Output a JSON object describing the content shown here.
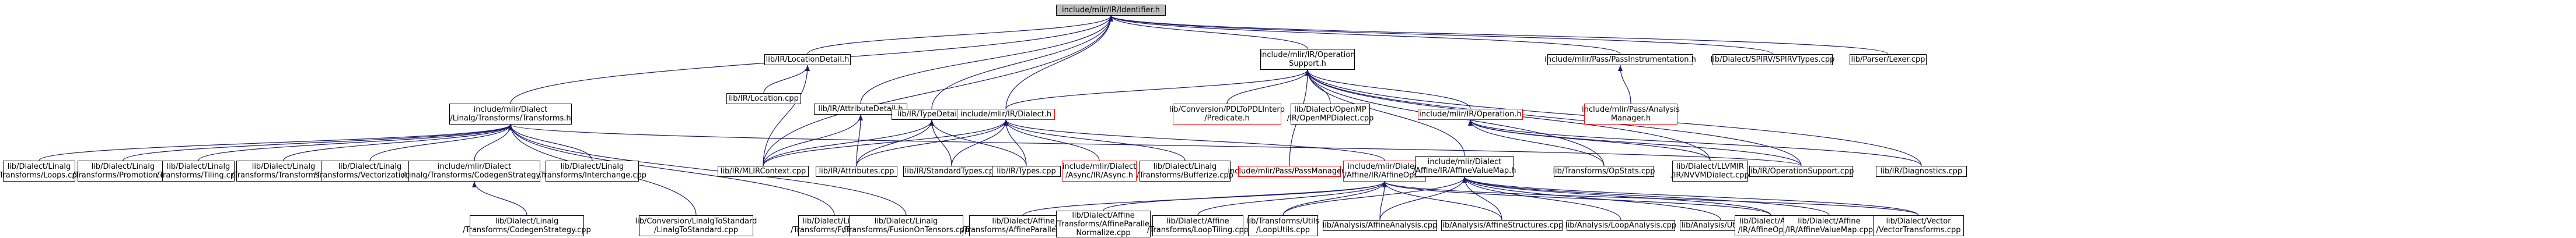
{
  "graph": {
    "nodes": [
      {
        "id": "root",
        "label": "include/mlir/IR/Identifier.h",
        "style": "root"
      },
      {
        "id": "opsupport",
        "label": "include/mlir/IR/Operation\nSupport.h",
        "style": "normal"
      },
      {
        "id": "passinstr",
        "label": "include/mlir/Pass/PassInstrumentation.h",
        "style": "normal"
      },
      {
        "id": "spirvtypes",
        "label": "lib/Dialect/SPIRV/SPIRVTypes.cpp",
        "style": "normal"
      },
      {
        "id": "lexer",
        "label": "lib/Parser/Lexer.cpp",
        "style": "normal"
      },
      {
        "id": "locdetail",
        "label": "lib/IR/LocationDetail.h",
        "style": "normal"
      },
      {
        "id": "location",
        "label": "lib/IR/Location.cpp",
        "style": "normal"
      },
      {
        "id": "linalgtrans",
        "label": "include/mlir/Dialect\n/Linalg/Transforms/Transforms.h",
        "style": "normal"
      },
      {
        "id": "attrdetail",
        "label": "lib/IR/AttributeDetail.h",
        "style": "normal"
      },
      {
        "id": "typedetail",
        "label": "lib/IR/TypeDetail.h",
        "style": "normal"
      },
      {
        "id": "irdialect",
        "label": "include/mlir/IR/Dialect.h",
        "style": "red"
      },
      {
        "id": "pdltopdl",
        "label": "lib/Conversion/PDLToPDLInterp\n/Predicate.h",
        "style": "red"
      },
      {
        "id": "openmpdialect",
        "label": "lib/Dialect/OpenMP\n/IR/OpenMPDialect.cpp",
        "style": "normal"
      },
      {
        "id": "operation",
        "label": "include/mlir/IR/Operation.h",
        "style": "red"
      },
      {
        "id": "passanalysis",
        "label": "include/mlir/Pass/Analysis\nManager.h",
        "style": "red"
      },
      {
        "id": "loops",
        "label": "lib/Dialect/Linalg\n/Transforms/Loops.cpp",
        "style": "normal"
      },
      {
        "id": "promotion",
        "label": "lib/Dialect/Linalg\n/Transforms/Promotion.cpp",
        "style": "normal"
      },
      {
        "id": "tiling",
        "label": "lib/Dialect/Linalg\n/Transforms/Tiling.cpp",
        "style": "normal"
      },
      {
        "id": "transformscpp",
        "label": "lib/Dialect/Linalg\n/Transforms/Transforms.cpp",
        "style": "normal"
      },
      {
        "id": "vectorization",
        "label": "lib/Dialect/Linalg\n/Transforms/Vectorization.cpp",
        "style": "normal"
      },
      {
        "id": "codegenh",
        "label": "include/mlir/Dialect\n/Linalg/Transforms/CodegenStrategy.h",
        "style": "normal"
      },
      {
        "id": "interchange",
        "label": "lib/Dialect/Linalg\n/Transforms/Interchange.cpp",
        "style": "normal"
      },
      {
        "id": "mlircontext",
        "label": "lib/IR/MLIRContext.cpp",
        "style": "normal"
      },
      {
        "id": "attributes",
        "label": "lib/IR/Attributes.cpp",
        "style": "normal"
      },
      {
        "id": "standardtypes",
        "label": "lib/IR/StandardTypes.cpp",
        "style": "normal"
      },
      {
        "id": "types",
        "label": "lib/IR/Types.cpp",
        "style": "normal"
      },
      {
        "id": "asynch",
        "label": "include/mlir/Dialect\n/Async/IR/Async.h",
        "style": "red"
      },
      {
        "id": "bufferize",
        "label": "lib/Dialect/Linalg\n/Transforms/Bufferize.cpp",
        "style": "normal"
      },
      {
        "id": "passmanager",
        "label": "include/mlir/Pass/PassManager.h",
        "style": "red"
      },
      {
        "id": "affineops",
        "label": "include/mlir/Dialect\n/Affine/IR/AffineOps.h",
        "style": "red"
      },
      {
        "id": "affinevaluemaph",
        "label": "include/mlir/Dialect\n/Affine/IR/AffineValueMap.h",
        "style": "normal"
      },
      {
        "id": "opstats",
        "label": "lib/Transforms/OpStats.cpp",
        "style": "normal"
      },
      {
        "id": "nvvm",
        "label": "lib/Dialect/LLVMIR\n/IR/NVVMDialect.cpp",
        "style": "normal"
      },
      {
        "id": "opsupportcpp",
        "label": "lib/IR/OperationSupport.cpp",
        "style": "normal"
      },
      {
        "id": "diagnostics",
        "label": "lib/IR/Diagnostics.cpp",
        "style": "normal"
      },
      {
        "id": "codegencpp",
        "label": "lib/Dialect/Linalg\n/Transforms/CodegenStrategy.cpp",
        "style": "normal"
      },
      {
        "id": "linalgtostd",
        "label": "lib/Conversion/LinalgToStandard\n/LinalgToStandard.cpp",
        "style": "normal"
      },
      {
        "id": "fusion",
        "label": "lib/Dialect/Linalg\n/Transforms/Fusion.cpp",
        "style": "normal"
      },
      {
        "id": "fusiontensors",
        "label": "lib/Dialect/Linalg\n/Transforms/FusionOnTensors.cpp",
        "style": "normal"
      },
      {
        "id": "affineparallelize",
        "label": "lib/Dialect/Affine\n/Transforms/AffineParallelize.cpp",
        "style": "normal"
      },
      {
        "id": "affineparallelnorm",
        "label": "lib/Dialect/Affine\n/Transforms/AffineParallel\nNormalize.cpp",
        "style": "normal"
      },
      {
        "id": "looptiling",
        "label": "lib/Dialect/Affine\n/Transforms/LoopTiling.cpp",
        "style": "normal"
      },
      {
        "id": "looputils",
        "label": "lib/Transforms/Utils\n/LoopUtils.cpp",
        "style": "normal"
      },
      {
        "id": "affineanalysis",
        "label": "lib/Analysis/AffineAnalysis.cpp",
        "style": "normal"
      },
      {
        "id": "affinestructures",
        "label": "lib/Analysis/AffineStructures.cpp",
        "style": "normal"
      },
      {
        "id": "loopanalysis",
        "label": "lib/Analysis/LoopAnalysis.cpp",
        "style": "normal"
      },
      {
        "id": "analysisutils",
        "label": "lib/Analysis/Utils.cpp",
        "style": "normal"
      },
      {
        "id": "affineopscpp",
        "label": "lib/Dialect/Affine\n/IR/AffineOps.cpp",
        "style": "normal"
      },
      {
        "id": "affinevaluemapcpp",
        "label": "lib/Dialect/Affine\n/IR/AffineValueMap.cpp",
        "style": "normal"
      },
      {
        "id": "vectortransforms",
        "label": "lib/Dialect/Vector\n/VectorTransforms.cpp",
        "style": "normal"
      }
    ],
    "edges": [
      [
        "opsupport",
        "root"
      ],
      [
        "passinstr",
        "root"
      ],
      [
        "spirvtypes",
        "root"
      ],
      [
        "lexer",
        "root"
      ],
      [
        "locdetail",
        "root"
      ],
      [
        "linalgtrans",
        "root"
      ],
      [
        "attrdetail",
        "root"
      ],
      [
        "typedetail",
        "root"
      ],
      [
        "irdialect",
        "root"
      ],
      [
        "mlircontext",
        "root"
      ],
      [
        "location",
        "locdetail"
      ],
      [
        "mlircontext",
        "locdetail"
      ],
      [
        "irdialect",
        "opsupport"
      ],
      [
        "pdltopdl",
        "opsupport"
      ],
      [
        "openmpdialect",
        "opsupport"
      ],
      [
        "operation",
        "opsupport"
      ],
      [
        "affinevaluemaph",
        "opsupport"
      ],
      [
        "opstats",
        "opsupport"
      ],
      [
        "nvvm",
        "opsupport"
      ],
      [
        "opsupportcpp",
        "opsupport"
      ],
      [
        "diagnostics",
        "opsupport"
      ],
      [
        "passmanager",
        "opsupport"
      ],
      [
        "passanalysis",
        "passinstr"
      ],
      [
        "loops",
        "linalgtrans"
      ],
      [
        "promotion",
        "linalgtrans"
      ],
      [
        "tiling",
        "linalgtrans"
      ],
      [
        "transformscpp",
        "linalgtrans"
      ],
      [
        "vectorization",
        "linalgtrans"
      ],
      [
        "codegenh",
        "linalgtrans"
      ],
      [
        "interchange",
        "linalgtrans"
      ],
      [
        "fusion",
        "linalgtrans"
      ],
      [
        "fusiontensors",
        "linalgtrans"
      ],
      [
        "linalgtostd",
        "linalgtrans"
      ],
      [
        "opsupportcpp",
        "linalgtrans"
      ],
      [
        "mlircontext",
        "attrdetail"
      ],
      [
        "attributes",
        "attrdetail"
      ],
      [
        "mlircontext",
        "typedetail"
      ],
      [
        "attributes",
        "typedetail"
      ],
      [
        "standardtypes",
        "typedetail"
      ],
      [
        "types",
        "typedetail"
      ],
      [
        "mlircontext",
        "irdialect"
      ],
      [
        "attributes",
        "irdialect"
      ],
      [
        "standardtypes",
        "irdialect"
      ],
      [
        "types",
        "irdialect"
      ],
      [
        "asynch",
        "irdialect"
      ],
      [
        "bufferize",
        "irdialect"
      ],
      [
        "affineops",
        "irdialect"
      ],
      [
        "opstats",
        "operation"
      ],
      [
        "nvvm",
        "operation"
      ],
      [
        "opsupportcpp",
        "operation"
      ],
      [
        "diagnostics",
        "operation"
      ],
      [
        "codegencpp",
        "codegenh"
      ],
      [
        "affineparallelize",
        "affineops"
      ],
      [
        "affineparallelnorm",
        "affineops"
      ],
      [
        "looptiling",
        "affineops"
      ],
      [
        "looputils",
        "affineops"
      ],
      [
        "affineanalysis",
        "affineops"
      ],
      [
        "affinestructures",
        "affineops"
      ],
      [
        "affineopscpp",
        "affineops"
      ],
      [
        "vectortransforms",
        "affineops"
      ],
      [
        "affineanalysis",
        "affinevaluemaph"
      ],
      [
        "affinestructures",
        "affinevaluemaph"
      ],
      [
        "loopanalysis",
        "affinevaluemaph"
      ],
      [
        "analysisutils",
        "affinevaluemaph"
      ],
      [
        "affineopscpp",
        "affinevaluemaph"
      ],
      [
        "affinevaluemapcpp",
        "affinevaluemaph"
      ],
      [
        "vectortransforms",
        "affinevaluemaph"
      ],
      [
        "looputils",
        "affinevaluemaph"
      ]
    ]
  },
  "colors": {
    "root_fill": "#bfbfbf",
    "normal_border": "#000000",
    "red_border": "#ff0000",
    "edge": "#191970"
  }
}
